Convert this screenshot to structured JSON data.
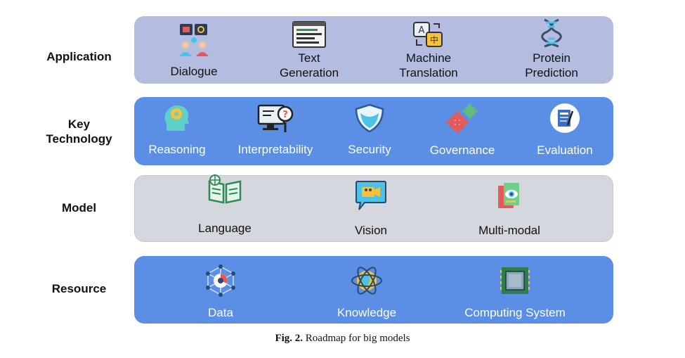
{
  "rows": {
    "application": {
      "label": "Application",
      "items": [
        "Dialogue",
        "Text\nGeneration",
        "Machine\nTranslation",
        "Protein\nPrediction"
      ]
    },
    "key_technology": {
      "label": "Key\nTechnology",
      "items": [
        "Reasoning",
        "Interpretability",
        "Security",
        "Governance",
        "Evaluation"
      ]
    },
    "model": {
      "label": "Model",
      "items": [
        "Language",
        "Vision",
        "Multi-modal"
      ]
    },
    "resource": {
      "label": "Resource",
      "items": [
        "Data",
        "Knowledge",
        "Computing System"
      ]
    }
  },
  "caption": {
    "prefix": "Fig. 2.",
    "text": "Roadmap for big models"
  },
  "colors": {
    "application_band": "#b4bde0",
    "key_technology_band": "#5b8fe6",
    "model_band": "#d4d7dd",
    "resource_band": "#5b8fe6"
  },
  "icons": {
    "application": [
      "dialogue-icon",
      "text-generation-icon",
      "translation-icon",
      "dna-icon"
    ],
    "key_technology": [
      "reasoning-head-icon",
      "interpretability-monitor-icon",
      "security-shield-icon",
      "governance-gears-icon",
      "evaluation-notebook-icon"
    ],
    "model": [
      "book-icon",
      "video-chat-icon",
      "multimodal-icon"
    ],
    "resource": [
      "data-network-icon",
      "knowledge-atom-icon",
      "cpu-chip-icon"
    ]
  }
}
